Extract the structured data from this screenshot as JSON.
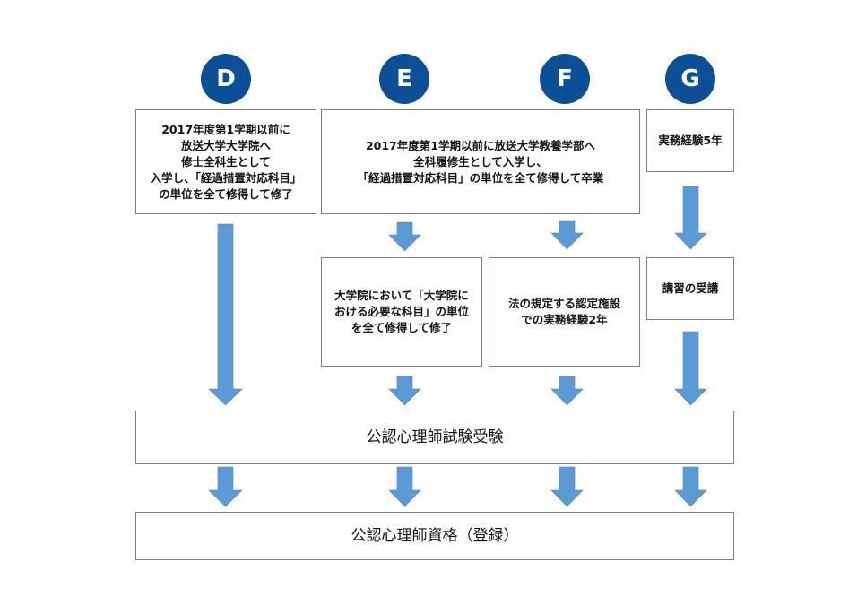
{
  "labels": {
    "d": "D",
    "e": "E",
    "f": "F",
    "g": "G"
  },
  "boxes": {
    "d_requirement": "2017年度第1学期以前に\n放送大学大学院へ\n修士全科生として\n入学し、「経過措置対応科目」\nの単位を全て修得して修了",
    "ef_requirement": "2017年度第1学期以前に放送大学教養学部へ\n全科履修生として入学し、\n「経過措置対応科目」の単位を全て修得して卒業",
    "g_requirement": "実務経験5年",
    "e_graduate": "大学院において「大学院に\nおける必要な科目」の単位\nを全て修得して修了",
    "f_experience": "法の規定する認定施設\nでの実務経験2年",
    "g_training": "講習の受講",
    "exam": "公認心理師試験受験",
    "registration": "公認心理師資格（登録）"
  },
  "colors": {
    "circle": "#0B4F96",
    "arrow": "#5B9BD5",
    "border": "#7f7f7f"
  }
}
